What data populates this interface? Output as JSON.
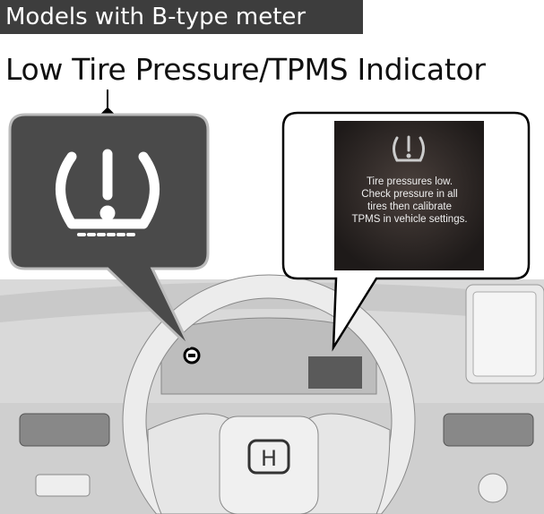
{
  "header": {
    "label": "Models with B-type meter"
  },
  "title": "Low Tire Pressure/TPMS Indicator",
  "left_callout": {
    "icon": "tpms-warning-icon"
  },
  "right_callout": {
    "icon": "tpms-warning-icon",
    "message_lines": [
      "Tire pressures low.",
      "Check pressure in all",
      "tires then calibrate",
      "TPMS in vehicle settings."
    ]
  },
  "illustration": {
    "brand_logo": "H"
  },
  "colors": {
    "header_bg": "#3d3d3d",
    "callout_bg": "#4a4a4a",
    "screen_bg": "#2a2422",
    "interior": "#d6d6d6"
  }
}
